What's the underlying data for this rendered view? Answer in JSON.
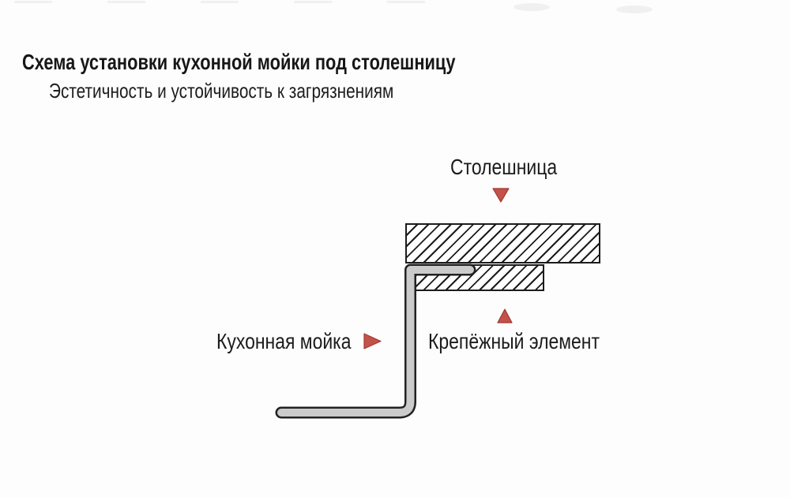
{
  "document": {
    "title": "Схема установки кухонной мойки под столешницу",
    "subtitle": "Эстетичность и устойчивость к загрязнениям"
  },
  "diagram": {
    "labels": {
      "countertop": "Столешница",
      "sink": "Кухонная мойка",
      "fastener": "Крепёжный элемент"
    },
    "icons": {
      "countertop_pointer": "triangle-down-icon",
      "sink_pointer": "triangle-right-icon",
      "fastener_pointer": "triangle-up-icon"
    },
    "colors": {
      "pointer_red": "#c2524a",
      "pointer_red_edge": "#a03b31",
      "line_black": "#222222",
      "sink_profile_fill": "#cbcbcb",
      "paper_white": "#fdfdfd"
    }
  }
}
